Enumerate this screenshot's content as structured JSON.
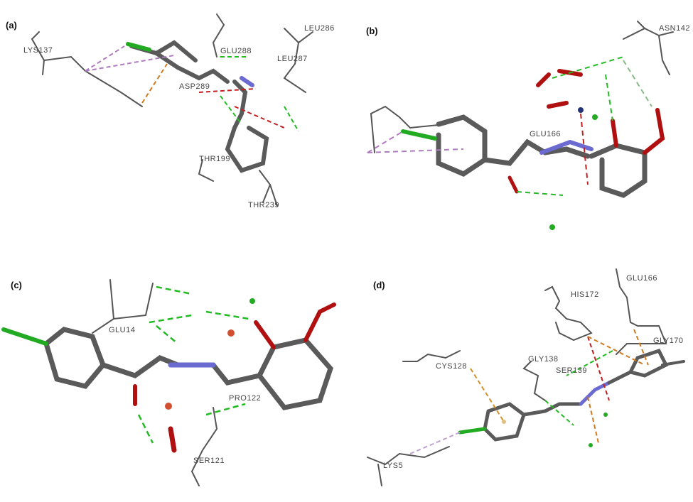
{
  "figure": {
    "panels": [
      {
        "label": "(a)",
        "residues": [
          "LYS137",
          "GLU288",
          "LEU286",
          "LEU287",
          "ASP289",
          "THR199",
          "THR239"
        ]
      },
      {
        "label": "(b)",
        "residues": [
          "ASN142",
          "GLU166"
        ]
      },
      {
        "label": "(c)",
        "residues": [
          "GLU14",
          "PRO122",
          "SER121"
        ]
      },
      {
        "label": "(d)",
        "residues": [
          "GLU166",
          "HIS172",
          "GLY170",
          "GLY138",
          "SER139",
          "CYS128",
          "LYS5"
        ]
      }
    ]
  },
  "colors": {
    "carbon": "#5a5a5a",
    "oxygen": "#b01010",
    "nitrogen": "#6a6ad0",
    "chlorine": "#22aa22",
    "hbond": "#22bb22",
    "pi_alkyl": "#b07ac0",
    "pi_anion": "#d07a20",
    "unfavorable": "#c02020"
  }
}
